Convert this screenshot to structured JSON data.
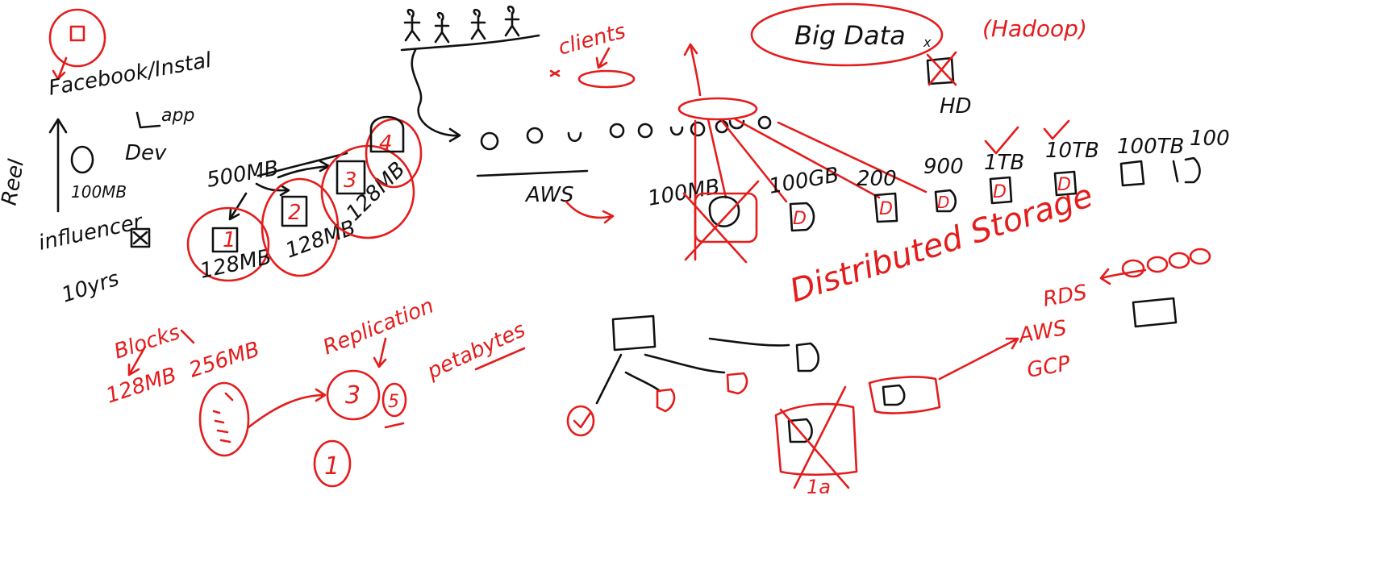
{
  "colors": {
    "ink": "#111111",
    "accent": "#e41c1c",
    "background": "#ffffff"
  },
  "texts": {
    "facebook": "Facebook/Instal",
    "app": "app",
    "reel": "Reel",
    "dev": "Dev",
    "size_100mb": "100MB",
    "influencer": "influencer",
    "years": "10yrs",
    "size_500mb": "500MB",
    "block1_size": "128MB",
    "block2_size": "128MB",
    "block3_size": "128MB",
    "block1_num": "1",
    "block2_num": "2",
    "block3_num": "3",
    "block4_num": "4",
    "blocks": "Blocks",
    "block_128": "128MB",
    "block_256": "256MB",
    "replication": "Replication",
    "rep_3": "3",
    "rep_5": "5",
    "rep_1": "1",
    "petabytes": "petabytes",
    "clients": "clients",
    "aws_label": "AWS",
    "big_data": "Big Data",
    "hadoop": "(Hadoop)",
    "hd": "HD",
    "node_100mb": "100MB",
    "node_100gb": "100GB",
    "node_200": "200",
    "node_900": "900",
    "node_1tb": "1TB",
    "node_10tb": "10TB",
    "node_100tb": "100TB",
    "node_100": "100",
    "distributed_storage": "Distributed Storage",
    "rds": "RDS",
    "aws2": "AWS",
    "gcp": "GCP",
    "la": "1a"
  }
}
